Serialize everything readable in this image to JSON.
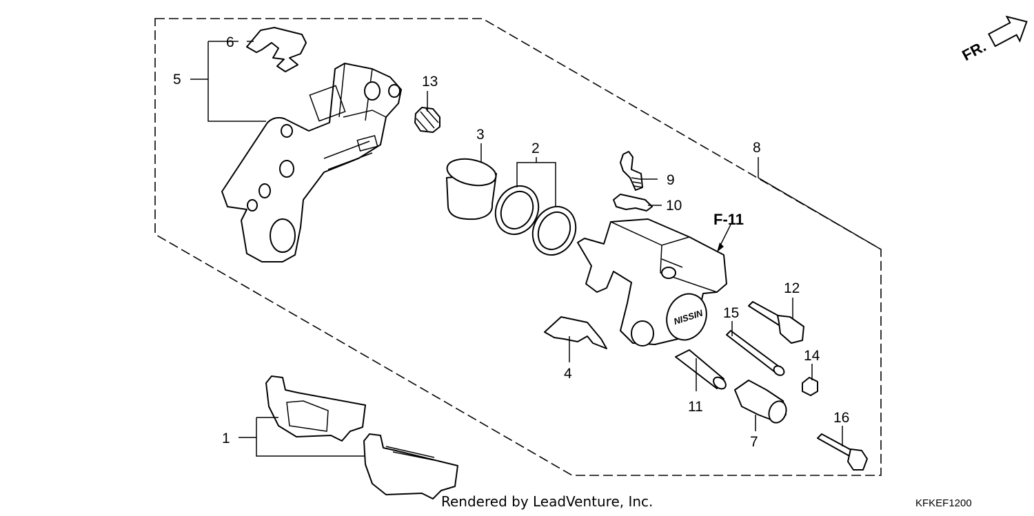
{
  "callouts": {
    "c1": "1",
    "c2": "2",
    "c3": "3",
    "c4": "4",
    "c5": "5",
    "c6": "6",
    "c7": "7",
    "c8": "8",
    "c9": "9",
    "c10": "10",
    "c11": "11",
    "c12": "12",
    "c13": "13",
    "c14": "14",
    "c15": "15",
    "c16": "16"
  },
  "reference": "F-11",
  "direction": "FR.",
  "credit": "Rendered by LeadVenture, Inc.",
  "diagram_code": "KFKEF1200",
  "colors": {
    "line": "#000000",
    "background": "#ffffff"
  }
}
